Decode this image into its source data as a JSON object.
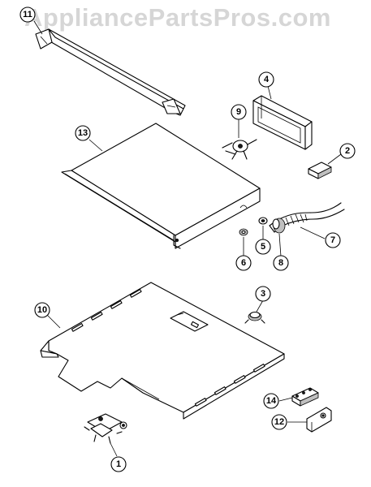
{
  "watermark": "AppliancePartsPros.com",
  "callouts": {
    "c1": "1",
    "c2": "2",
    "c3": "3",
    "c4": "4",
    "c5": "5",
    "c6": "6",
    "c7": "7",
    "c8": "8",
    "c9": "9",
    "c10": "10",
    "c11": "11",
    "c12": "12",
    "c13": "13",
    "c14": "14"
  },
  "colors": {
    "ink": "#000000",
    "watermark": "#d6d6d6",
    "background": "#ffffff"
  }
}
